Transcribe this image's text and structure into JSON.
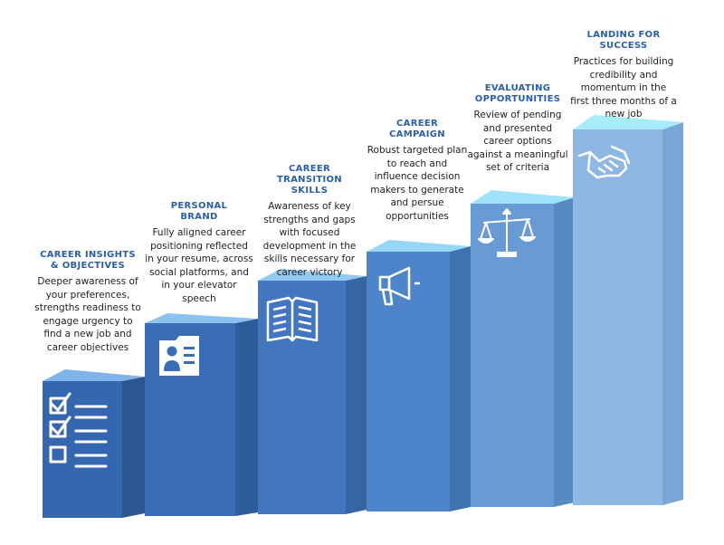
{
  "steps": [
    {
      "title_line1": "CAREER INSIGHTS",
      "title_line2": "& OBJECTIVES",
      "description": "Deeper awareness of your preferences, strengths readiness to engage urgency to find a new job and career objectives",
      "icon": "checklist-icon"
    },
    {
      "title_line1": "PERSONAL",
      "title_line2": "BRAND",
      "description": "Fully aligned career positioning reflected in your resume, across social platforms, and in your elevator speech",
      "icon": "profile-card-icon"
    },
    {
      "title_line1": "CAREER TRANSITION",
      "title_line2": "SKILLS",
      "description": "Awareness of key strengths and gaps with focused development in the skills necessary for career victory",
      "icon": "open-book-icon"
    },
    {
      "title_line1": "CAREER",
      "title_line2": "CAMPAIGN",
      "description": "Robust targeted plan to reach and influence decision makers to generate and persue opportunities",
      "icon": "megaphone-icon"
    },
    {
      "title_line1": "EVALUATING",
      "title_line2": "OPPORTUNITIES",
      "description": "Review of pending and presented career options against a meaningful set of criteria",
      "icon": "scales-icon"
    },
    {
      "title_line1": "LANDING FOR",
      "title_line2": "SUCCESS",
      "description": "Practices for building credibility and momentum in the first three months of a new job",
      "icon": "handshake-icon"
    }
  ],
  "colors": {
    "title": "#2a5fa8",
    "bar_fronts": [
      "#3567b0",
      "#3a6db6",
      "#4277bf",
      "#4e84c9",
      "#689bd5",
      "#8fb7e4"
    ],
    "bar_tops": [
      "#7fb3ea",
      "#8cc2f0",
      "#8fcaf3",
      "#95d6f6",
      "#9fe2f9",
      "#a8ecfb"
    ]
  }
}
